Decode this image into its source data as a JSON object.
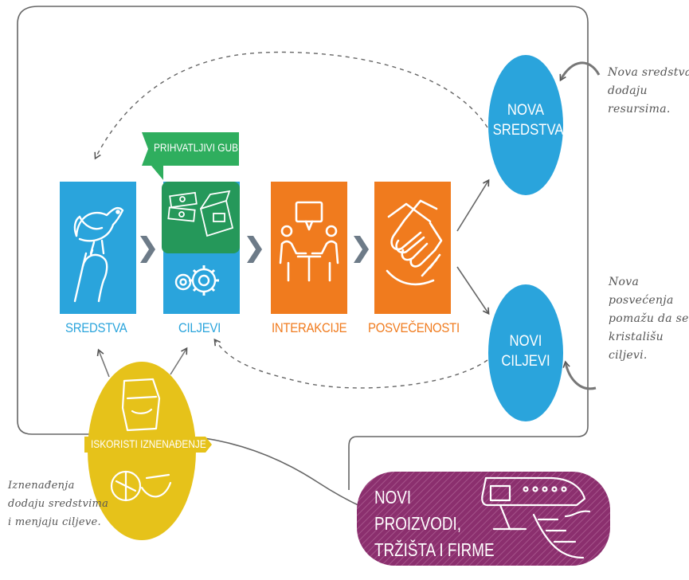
{
  "steps": {
    "sredstva": "SREDSTVA",
    "ciljevi": "CILJEVI",
    "interakcije": "INTERAKCIJE",
    "posvecenosti": "POSVEČENOSTI"
  },
  "banners": {
    "prihvatljivi_gubitak": "PRIHVATLJIVI GUBITAK",
    "iskoristi_iznenadjenje": "ISKORISTI IZNENAĐENJE"
  },
  "circles": {
    "nova_sredstva": [
      "NOVA",
      "SREDSTVA"
    ],
    "novi_ciljevi": [
      "NOVI",
      "CILJEVI"
    ]
  },
  "outcome": {
    "lines": [
      "NOVI",
      "PROIZVODI,",
      "TRŽIŠTA I FIRME"
    ]
  },
  "notes": {
    "nova_sredstva": [
      "Nova sredstva",
      "dodaju",
      "resursima."
    ],
    "nova_posvecenja": [
      "Nova",
      "posvećenja",
      "pomažu da se",
      "kristališu",
      "ciljevi."
    ],
    "iznenadjenja": [
      "Iznenađenja",
      "dodaju sredstvima",
      "i menjaju ciljeve."
    ]
  },
  "colors": {
    "blue": "#2aa4dc",
    "orange": "#f07b1e",
    "green": "#2fae5e",
    "yellow": "#e6c21a",
    "purple": "#8b2f6e",
    "chevron": "#6d7b88",
    "line": "#555555"
  }
}
